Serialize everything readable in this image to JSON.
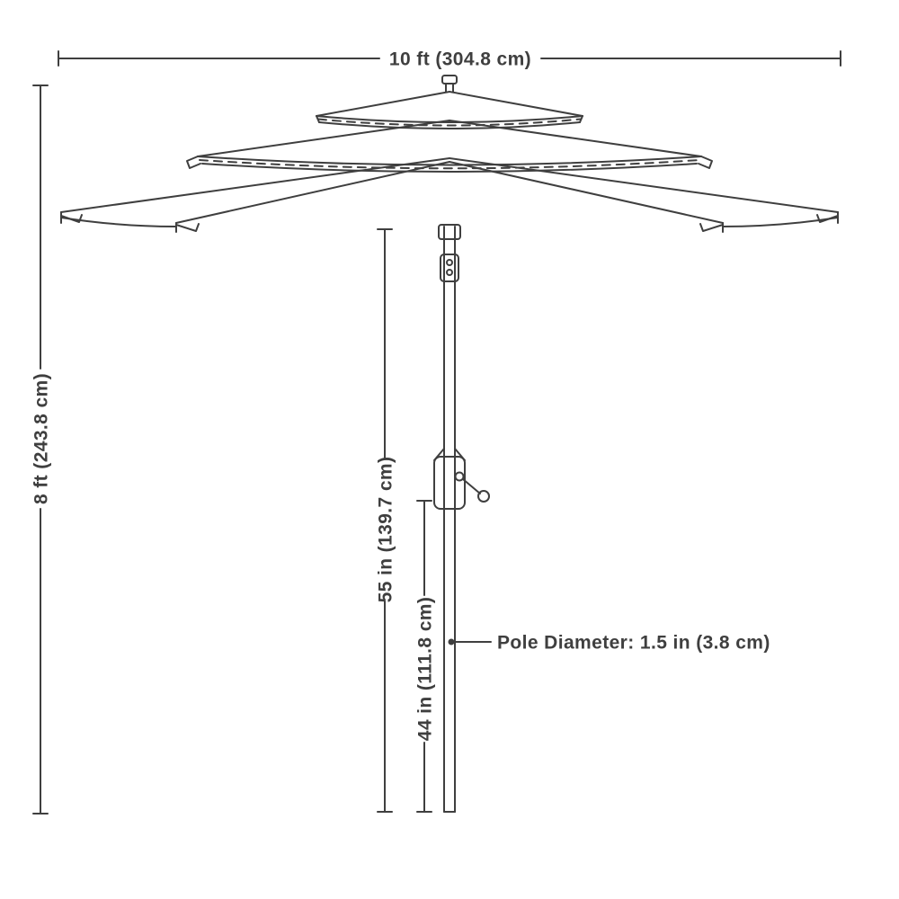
{
  "colors": {
    "background": "#ffffff",
    "line": "#3f3f3f",
    "text": "#3f3f3f"
  },
  "diagram": {
    "subject": "3-tier patio umbrella dimension drawing",
    "labels": {
      "canopy_width": "10 ft (304.8 cm)",
      "overall_height": "8 ft (243.8 cm)",
      "canopy_to_ground": "55 in (139.7 cm)",
      "crank_to_ground": "44 in (111.8 cm)",
      "pole_diameter": "Pole Diameter: 1.5 in (3.8 cm)"
    },
    "dimensions": {
      "canopy_width_ft": 10,
      "canopy_width_cm": 304.8,
      "overall_height_ft": 8,
      "overall_height_cm": 243.8,
      "canopy_to_ground_in": 55,
      "canopy_to_ground_cm": 139.7,
      "crank_to_ground_in": 44,
      "crank_to_ground_cm": 111.8,
      "pole_diameter_in": 1.5,
      "pole_diameter_cm": 3.8
    }
  }
}
